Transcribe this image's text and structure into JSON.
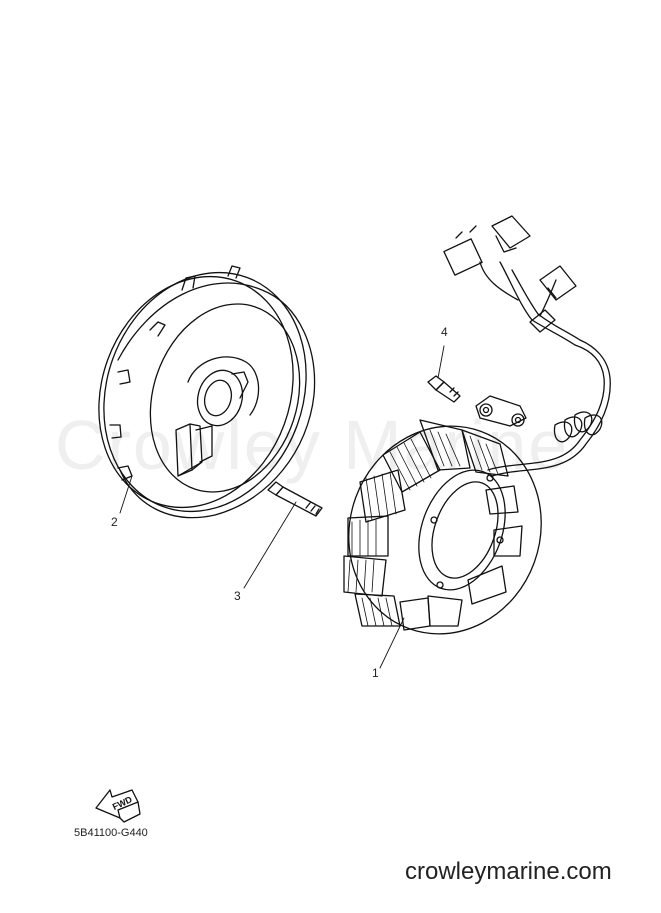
{
  "watermark": "Crowley Marine",
  "callouts": {
    "c1": "1",
    "c2": "2",
    "c3": "3",
    "c4": "4"
  },
  "fwd_label": "FWD",
  "part_code": "5B41100-G440",
  "site": "crowleymarine.com"
}
